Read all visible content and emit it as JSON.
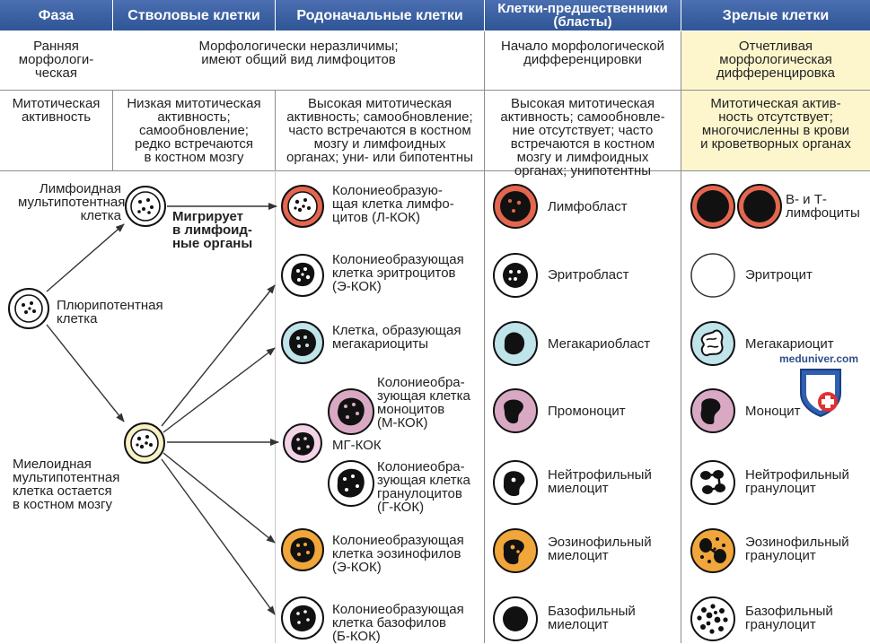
{
  "header": {
    "phase": "Фаза",
    "stem": "Стволовые клетки",
    "progenitor": "Родоначальные клетки",
    "precursor": "Клетки-предшественники\n(бласты)",
    "mature": "Зрелые клетки"
  },
  "row1": {
    "label": "Ранняя\nморфологи-\nческая",
    "stem_progenitor": "Морфологически неразличимы;\nимеют общий вид лимфоцитов",
    "precursor": "Начало морфологической\nдифференцировки",
    "mature": "Отчетливая\nморфологическая\nдифференцировка"
  },
  "row2": {
    "label": "Митотическая\nактивность",
    "stem": "Низкая митотическая\nактивность;\nсамообновление;\nредко встречаются\nв костном мозгу",
    "progenitor": "Высокая митотическая\nактивность; самообновление;\nчасто встречаются в костном\nмозгу и лимфоидных\nорганах; уни- или бипотентны",
    "precursor": "Высокая митотическая\nактивность; самообновле-\nние отсутствует; часто\nвстречаются в костном\nмозгу и лимфоидных\nорганах; унипотентны",
    "mature": "Митотическая актив-\nность отсутствует;\nмногочисленны в крови\nи кроветворных органах"
  },
  "stem": {
    "lymphoid": "Лимфоидная\nмультипотентная\nклетка",
    "migrates": "Мигрирует\nв лимфоид-\nные органы",
    "pluripotent": "Плюрипотентная\nклетка",
    "myeloid": "Миелоидная\nмультипотентная\nклетка остается\nв костном мозгу"
  },
  "progenitor": {
    "lkok": "Колониеобразую-\nщая клетка лимфо-\nцитов (Л-КОК)",
    "ekok": "Колониеобразующая\nклетка эритроцитов\n(Э-КОК)",
    "mega": "Клетка, образующая\nмегакариоциты",
    "mkok": "Колониеобра-\nзующая клетка\nмоноцитов\n(М-КОК)",
    "mgkok": "МГ-КОК",
    "gkok": "Колониеобра-\nзующая клетка\nгранулоцитов\n(Г-КОК)",
    "eokok": "Колониеобразующая\nклетка эозинофилов\n(Э-КОК)",
    "bkok": "Колониеобразующая\nклетка базофилов\n(Б-КОК)"
  },
  "precursor": {
    "lymphoblast": "Лимфобласт",
    "erythroblast": "Эритробласт",
    "megakaryoblast": "Мегакариобласт",
    "promonocyte": "Промоноцит",
    "neutro_myelocyte": "Нейтрофильный\nмиелоцит",
    "eosino_myelocyte": "Эозинофильный\nмиелоцит",
    "baso_myelocyte": "Базофильный\nмиелоцит"
  },
  "mature": {
    "lymphocytes": "В- и Т-\nлимфоциты",
    "erythrocyte": "Эритроцит",
    "megakaryocyte": "Мегакариоцит",
    "monocyte": "Моноцит",
    "neutro_granulocyte": "Нейтрофильный\nгранулоцит",
    "eosino_granulocyte": "Эозинофильный\nгранулоцит",
    "baso_granulocyte": "Базофильный\nгранулоцит"
  },
  "watermark": "meduniver.com",
  "colors": {
    "header": "#3b62a6",
    "lymph": "#e5664f",
    "eosin": "#f0a63a",
    "mono": "#d9a9c4",
    "mega": "#bfe4ea",
    "myeloid": "#f7f1c4",
    "mature_bg": "#fdf6cc"
  }
}
